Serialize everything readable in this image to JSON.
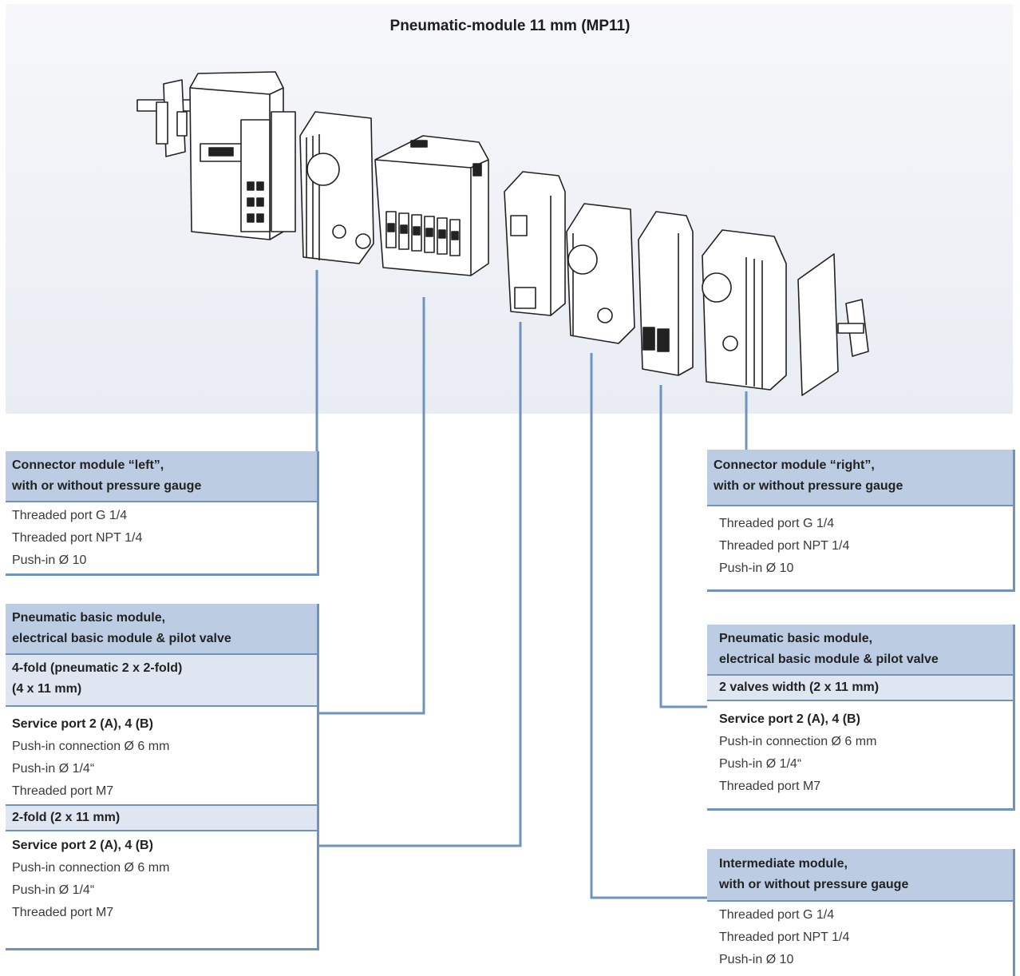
{
  "title": "Pneumatic-module 11 mm (MP11)",
  "colors": {
    "accent": "#6f93c0",
    "header": "#bccde3",
    "subheader": "#dfe6f1",
    "banner": "#eceef4"
  },
  "boxes": {
    "connector_left": {
      "title": [
        "Connector module “left”,",
        "with or without pressure gauge"
      ],
      "items": [
        "Threaded port G 1/4",
        "Threaded port NPT 1/4",
        "Push-in Ø 10"
      ]
    },
    "basic_left": {
      "title": [
        "Pneumatic basic module,",
        "electrical basic module & pilot valve"
      ],
      "sub1": [
        "4-fold (pneumatic 2 x 2-fold)",
        "(4 x 11 mm)"
      ],
      "sec1_title": "Service port 2 (A), 4 (B)",
      "sec1_items": [
        "Push-in connection Ø 6 mm",
        "Push-in Ø 1/4“",
        "Threaded port M7"
      ],
      "sub2": "2-fold  (2 x 11 mm)",
      "sec2_title": "Service port 2 (A), 4 (B)",
      "sec2_items": [
        "Push-in connection Ø 6 mm",
        "Push-in Ø 1/4“",
        "Threaded port M7"
      ]
    },
    "connector_right": {
      "title": [
        "Connector module “right”,",
        "with or without pressure gauge"
      ],
      "items": [
        "Threaded port G 1/4",
        "Threaded port NPT 1/4",
        "Push-in Ø 10"
      ]
    },
    "basic_right": {
      "title": [
        "Pneumatic basic module,",
        "electrical basic module & pilot valve"
      ],
      "sub": "2 valves width (2 x 11 mm)",
      "sec_title": "Service port 2 (A), 4 (B)",
      "sec_items": [
        "Push-in connection Ø 6 mm",
        "Push-in Ø 1/4“",
        "Threaded port M7"
      ]
    },
    "intermediate": {
      "title": [
        "Intermediate module,",
        "with or without pressure gauge"
      ],
      "items": [
        "Threaded port G 1/4",
        "Threaded port NPT 1/4",
        "Push-in Ø 10"
      ]
    }
  }
}
